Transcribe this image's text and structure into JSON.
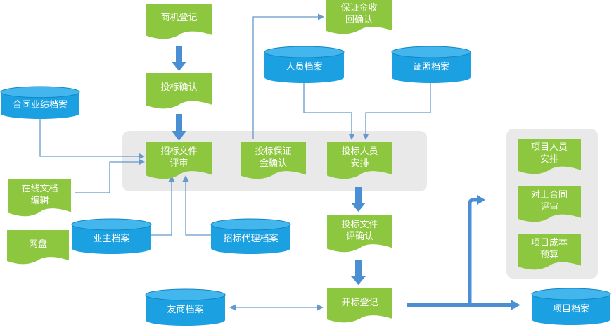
{
  "colors": {
    "doc_fill": "#8dc63f",
    "db_fill": "#1ba1e2",
    "db_top": "#44b6ee",
    "db_edge": "#1286c2",
    "arrow_thin": "#6699cc",
    "arrow_thick": "#4a8fd4",
    "panel": "#e9e9e9"
  },
  "nodes": {
    "shangji": "商机登记",
    "toubiao_confirm": "投标确认",
    "baozhengjin_return": "保证金收\n回确认",
    "renyuan_archive": "人员档案",
    "zhengzhao_archive": "证照档案",
    "hetong_archive": "合同业绩档案",
    "zhaobiao_review": "招标文件\n评审",
    "baozhengjin_confirm": "投标保证\n金确认",
    "renyuan_arrange": "投标人员\n安排",
    "online_doc": "在线文档\n编辑",
    "wangpan": "网盘",
    "yezhu_archive": "业主档案",
    "daili_archive": "招标代理档案",
    "toubiao_review_confirm": "投标文件\n评确认",
    "youshang_archive": "友商档案",
    "kaibiao": "开标登记",
    "xm_renyuan": "项目人员\n安排",
    "duishang_hetong": "对上合同\n评审",
    "xm_chengben": "项目成本\n预算",
    "xm_archive": "项目档案"
  }
}
